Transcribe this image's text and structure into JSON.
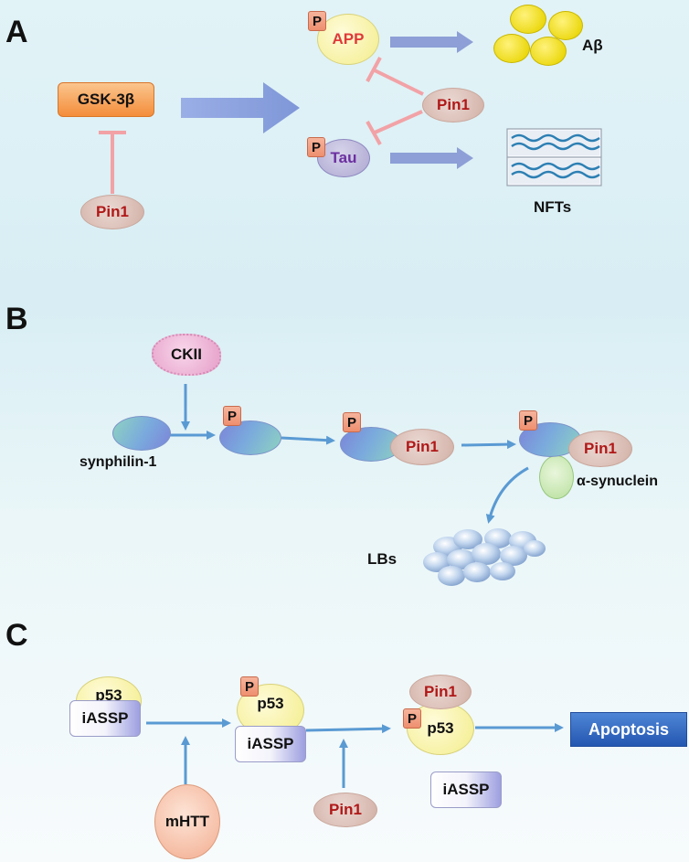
{
  "panel_a": {
    "label": "A",
    "gsk": "GSK-3β",
    "pin1_left": "Pin1",
    "p_app": "P",
    "app": "APP",
    "pin1_right": "Pin1",
    "p_tau": "P",
    "tau": "Tau",
    "abeta": "Aβ",
    "nfts": "NFTs"
  },
  "panel_b": {
    "label": "B",
    "ckii": "CKII",
    "synphilin": "synphilin-1",
    "p1": "P",
    "p2": "P",
    "pin1_mid": "Pin1",
    "p3": "P",
    "pin1_right": "Pin1",
    "alpha_synuclein": "α-synuclein",
    "lbs": "LBs"
  },
  "panel_c": {
    "label": "C",
    "p53_a": "p53",
    "iassp_a": "iASSP",
    "mhtt": "mHTT",
    "p_b": "P",
    "p53_b": "p53",
    "iassp_b": "iASSP",
    "pin1_bottom": "Pin1",
    "pin1_top": "Pin1",
    "p_c": "P",
    "p53_c": "p53",
    "iassp_c": "iASSP",
    "apoptosis": "Apoptosis"
  },
  "colors": {
    "inhibit": "#f2a2a6",
    "arrow_a": "#8d9fd6",
    "arrow_bc": "#5a9ad3",
    "pin1_text": "#b01818",
    "gsk_fill": "#f7a14e",
    "apoptosis_fill": "#2f67c0"
  }
}
